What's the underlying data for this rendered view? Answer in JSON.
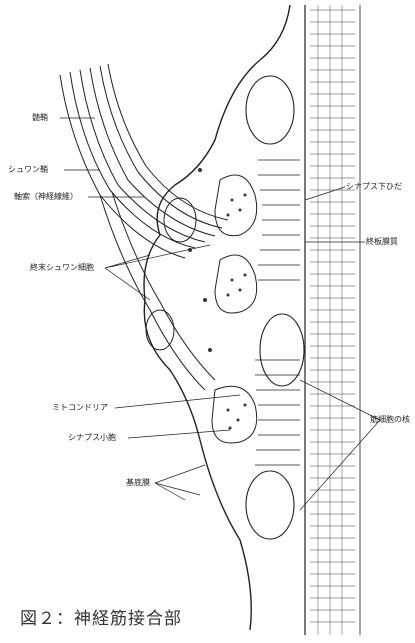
{
  "caption": "図２：神経筋接合部",
  "labels": {
    "myelin": "髄鞘",
    "schwann": "シュワン鞘",
    "axon": "軸索（神経線維）",
    "terminal_schwann": "終末シュワン細胞",
    "mitochondria": "ミトコンドリア",
    "synaptic_vesicle": "シナプス小胞",
    "basement_membrane": "基底膜",
    "synaptic_fold": "シナプス下ひだ",
    "endplate": "終板膜質",
    "muscle_nucleus": "筋細胞の核"
  }
}
